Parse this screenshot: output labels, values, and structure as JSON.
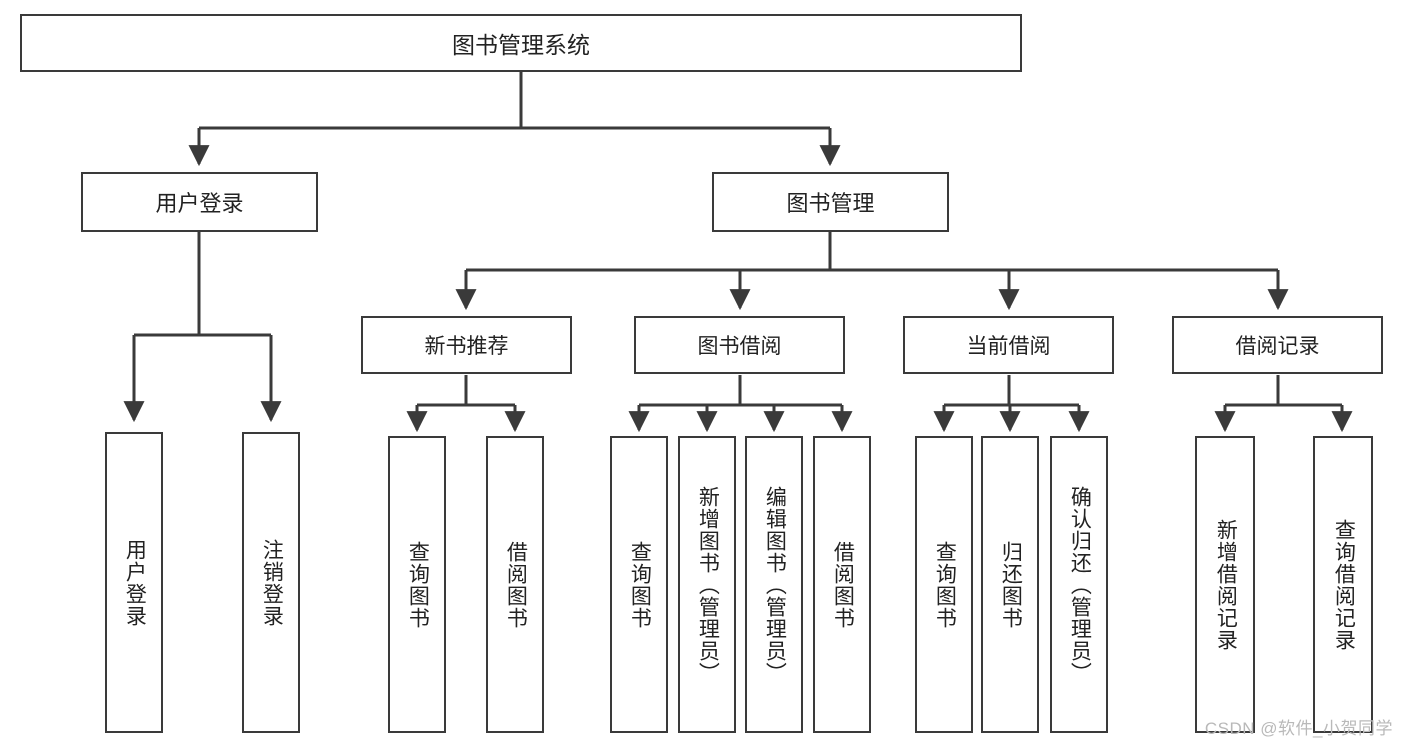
{
  "diagram": {
    "title": "图书管理系统",
    "type": "tree-structure-chart",
    "watermark": "CSDN @软件_小贺同学",
    "colors": {
      "background": "#ffffff",
      "node_border": "#3a3a3a",
      "node_fill": "#ffffff",
      "connector": "#3a3a3a",
      "text": "#222222",
      "watermark": "#b9b9b9"
    },
    "root": {
      "label": "图书管理系统"
    },
    "level1": [
      {
        "id": "user-login",
        "label": "用户登录"
      },
      {
        "id": "book-management",
        "label": "图书管理"
      }
    ],
    "level2": [
      {
        "id": "new-book-recommend",
        "label": "新书推荐",
        "parent": "book-management"
      },
      {
        "id": "book-borrow",
        "label": "图书借阅",
        "parent": "book-management"
      },
      {
        "id": "current-borrow",
        "label": "当前借阅",
        "parent": "book-management"
      },
      {
        "id": "borrow-record",
        "label": "借阅记录",
        "parent": "book-management"
      }
    ],
    "leaves": {
      "user-login": [
        {
          "id": "leaf-user-login",
          "label": "用户登录"
        },
        {
          "id": "leaf-user-logout",
          "label": "注销登录"
        }
      ],
      "new-book-recommend": [
        {
          "id": "leaf-query-book-1",
          "label": "查询图书"
        },
        {
          "id": "leaf-borrow-book-1",
          "label": "借阅图书"
        }
      ],
      "book-borrow": [
        {
          "id": "leaf-query-book-2",
          "label": "查询图书"
        },
        {
          "id": "leaf-add-book",
          "label": "新增图书（管理员）"
        },
        {
          "id": "leaf-edit-book",
          "label": "编辑图书（管理员）"
        },
        {
          "id": "leaf-borrow-book-2",
          "label": "借阅图书"
        }
      ],
      "current-borrow": [
        {
          "id": "leaf-query-book-3",
          "label": "查询图书"
        },
        {
          "id": "leaf-return-book",
          "label": "归还图书"
        },
        {
          "id": "leaf-confirm-return",
          "label": "确认归还（管理员）"
        }
      ],
      "borrow-record": [
        {
          "id": "leaf-add-record",
          "label": "新增借阅记录"
        },
        {
          "id": "leaf-query-record",
          "label": "查询借阅记录"
        }
      ]
    }
  }
}
